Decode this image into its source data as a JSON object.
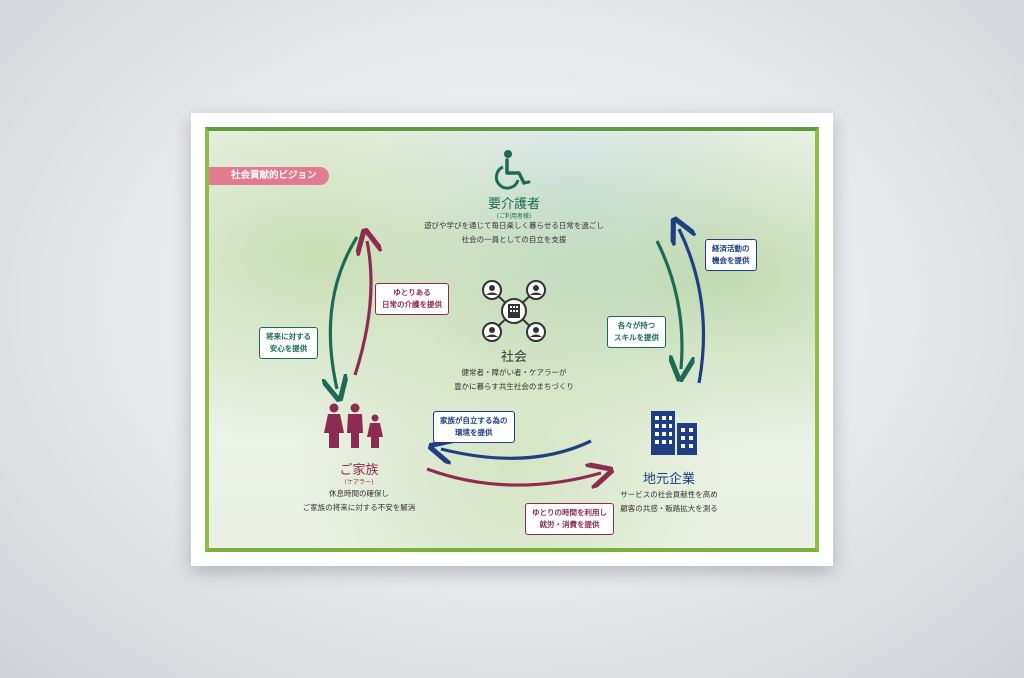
{
  "vision_tag": "社会貢献的ビジョン",
  "care": {
    "title": "要介護者",
    "subtitle": "(ご利用者様)",
    "desc_1": "遊びや学びを通じて毎日楽しく暮らせる日常を過ごし",
    "desc_2": "社会の一員としての自立を支援"
  },
  "society": {
    "title": "社会",
    "desc_1": "健常者・障がい者・ケアラーが",
    "desc_2": "豊かに暮らす共生社会のまちづくり"
  },
  "family": {
    "title": "ご家族",
    "subtitle": "(ケアラー)",
    "desc_1": "休息時間の確保し",
    "desc_2": "ご家族の将来に対する不安を解消"
  },
  "company": {
    "title": "地元企業",
    "desc_1": "サービスの社会貢献性を高め",
    "desc_2": "顧客の共感・販路拡大を測る"
  },
  "badges": {
    "leisure_1": "ゆとりある",
    "leisure_2": "日常の介護を提供",
    "future_1": "将来に対する",
    "future_2": "安心を提供",
    "economic_1": "経済活動の",
    "economic_2": "機会を提供",
    "skills_1": "各々が持つ",
    "skills_2": "スキルを提供",
    "environment_1": "家族が自立する為の",
    "environment_2": "環境を提供",
    "employment_1": "ゆとりの時間を利用し",
    "employment_2": "就労・消費を提供"
  },
  "colors": {
    "teal": "#1d6b57",
    "plum": "#8c2c52",
    "navy": "#1f3f82",
    "tag_pink": "#e27a90",
    "frame_green": "#8fbf4a"
  },
  "icons": [
    "wheelchair-icon",
    "network-icon",
    "family-icon",
    "building-icon"
  ]
}
